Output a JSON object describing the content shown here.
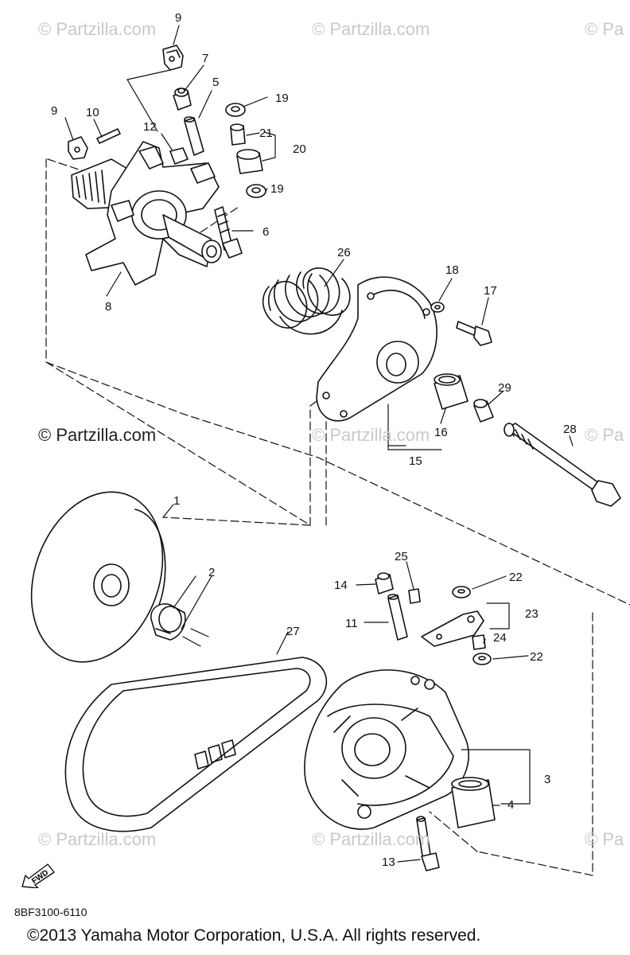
{
  "watermarks": {
    "top_left": "© Partzilla.com",
    "top_mid": "© Partzilla.com",
    "top_right": "© Pa",
    "mid_left": "© Partzilla.com",
    "mid_mid": "© Partzilla.com",
    "mid_right": "© Pa",
    "bot_left": "© Partzilla.com",
    "bot_mid": "© Partzilla.com",
    "bot_right": "© Pa"
  },
  "callouts": [
    {
      "id": "c9a",
      "text": "9"
    },
    {
      "id": "c7",
      "text": "7"
    },
    {
      "id": "c5",
      "text": "5"
    },
    {
      "id": "c19a",
      "text": "19"
    },
    {
      "id": "c9b",
      "text": "9"
    },
    {
      "id": "c10",
      "text": "10"
    },
    {
      "id": "c12",
      "text": "12"
    },
    {
      "id": "c21",
      "text": "21"
    },
    {
      "id": "c20",
      "text": "20"
    },
    {
      "id": "c19b",
      "text": "19"
    },
    {
      "id": "c6",
      "text": "6"
    },
    {
      "id": "c26",
      "text": "26"
    },
    {
      "id": "c18",
      "text": "18"
    },
    {
      "id": "c17",
      "text": "17"
    },
    {
      "id": "c8",
      "text": "8"
    },
    {
      "id": "c29",
      "text": "29"
    },
    {
      "id": "c28",
      "text": "28"
    },
    {
      "id": "c16",
      "text": "16"
    },
    {
      "id": "c15",
      "text": "15"
    },
    {
      "id": "c1",
      "text": "1"
    },
    {
      "id": "c25",
      "text": "25"
    },
    {
      "id": "c22a",
      "text": "22"
    },
    {
      "id": "c14",
      "text": "14"
    },
    {
      "id": "c2",
      "text": "2"
    },
    {
      "id": "c23",
      "text": "23"
    },
    {
      "id": "c11",
      "text": "11"
    },
    {
      "id": "c24",
      "text": "24"
    },
    {
      "id": "c27",
      "text": "27"
    },
    {
      "id": "c22b",
      "text": "22"
    },
    {
      "id": "c3",
      "text": "3"
    },
    {
      "id": "c4",
      "text": "4"
    },
    {
      "id": "c13",
      "text": "13"
    }
  ],
  "fwd_label": "FWD",
  "diagram_code": "8BF3100-6110",
  "copyright": "©2013  Yamaha Motor Corporation, U.S.A. All rights reserved."
}
